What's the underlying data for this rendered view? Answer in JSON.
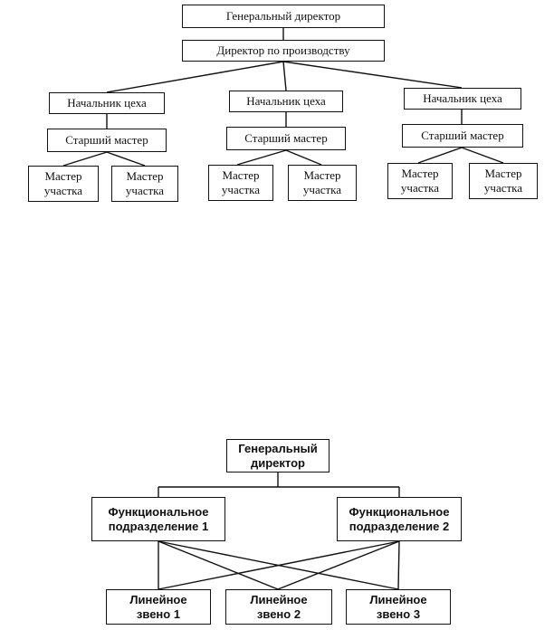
{
  "diagram_top": {
    "director": "Генеральный директор",
    "production_director": "Директор по производству",
    "units": [
      {
        "head": "Начальник цеха",
        "senior": "Старший мастер",
        "masters": [
          {
            "line1": "Мастер",
            "line2": "участка"
          },
          {
            "line1": "Мастер",
            "line2": "участка"
          }
        ]
      },
      {
        "head": "Начальник цеха",
        "senior": "Старший мастер",
        "masters": [
          {
            "line1": "Мастер",
            "line2": "участка"
          },
          {
            "line1": "Мастер",
            "line2": "участка"
          }
        ]
      },
      {
        "head": "Начальник цеха",
        "senior": "Старший мастер",
        "masters": [
          {
            "line1": "Мастер",
            "line2": "участка"
          },
          {
            "line1": "Мастер",
            "line2": "участка"
          }
        ]
      }
    ]
  },
  "diagram_bottom": {
    "director": {
      "line1": "Генеральный",
      "line2": "директор"
    },
    "functional": [
      {
        "line1": "Функциональное",
        "line2": "подразделение 1"
      },
      {
        "line1": "Функциональное",
        "line2": "подразделение 2"
      }
    ],
    "linear": [
      {
        "line1": "Линейное",
        "line2": "звено 1"
      },
      {
        "line1": "Линейное",
        "line2": "звено 2"
      },
      {
        "line1": "Линейное",
        "line2": "звено 3"
      }
    ]
  }
}
